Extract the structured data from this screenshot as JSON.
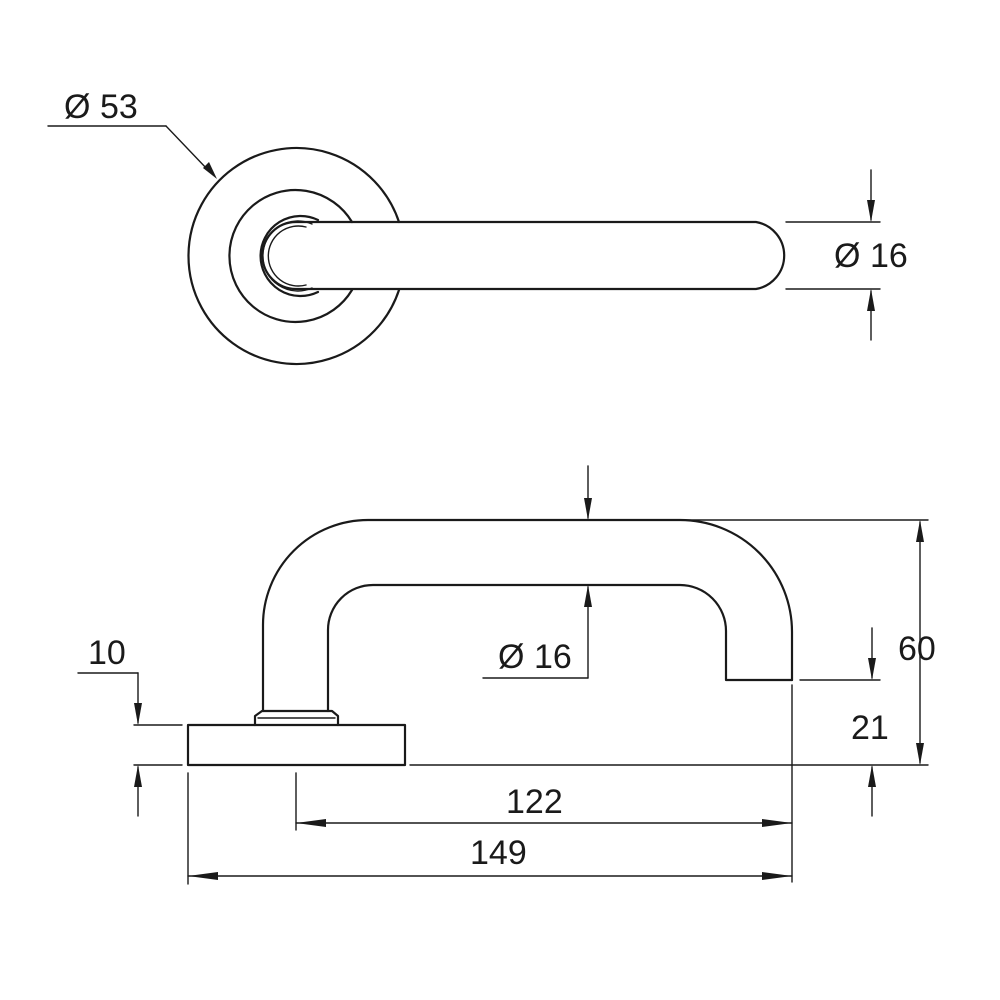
{
  "drawing": {
    "top_view": {
      "rose_diameter_label": "53",
      "lever_diameter_label": "16"
    },
    "side_view": {
      "lever_diameter_label": "16",
      "rose_thickness_label": "10",
      "overall_height_label": "60",
      "lever_height_label": "21",
      "projection_label": "122",
      "overall_length_label": "149"
    },
    "diameter_symbol": "Ø"
  }
}
